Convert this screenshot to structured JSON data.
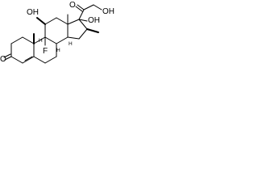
{
  "molecule": {
    "atom_labels": {
      "ketone_o": "O",
      "hydroxyl_11": "OH",
      "hydroxyl_17": "OH",
      "side_chain_o": "O",
      "side_chain_oh": "OH",
      "fluoro": "F",
      "h8": "H",
      "h9": "H",
      "h14": "H"
    }
  }
}
